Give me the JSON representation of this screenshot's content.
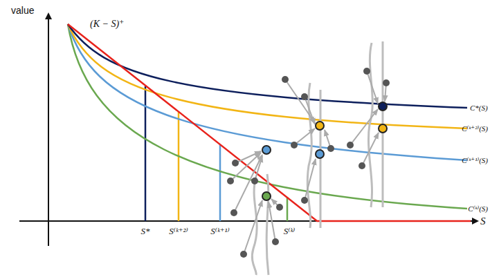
{
  "diagram": {
    "labels": [
      "value",
      "S",
      "(K − S)⁺",
      "S*",
      "S⁽ᵏ⁺²⁾",
      "S⁽ᵏ⁺¹⁾",
      "S⁽ᵏ⁾",
      "C*(S)",
      "C⁽ᵏ⁺²⁾(S)",
      "C⁽ᵏ⁺¹⁾(S)",
      "C⁽ᵏ⁾(S)"
    ]
  }
}
